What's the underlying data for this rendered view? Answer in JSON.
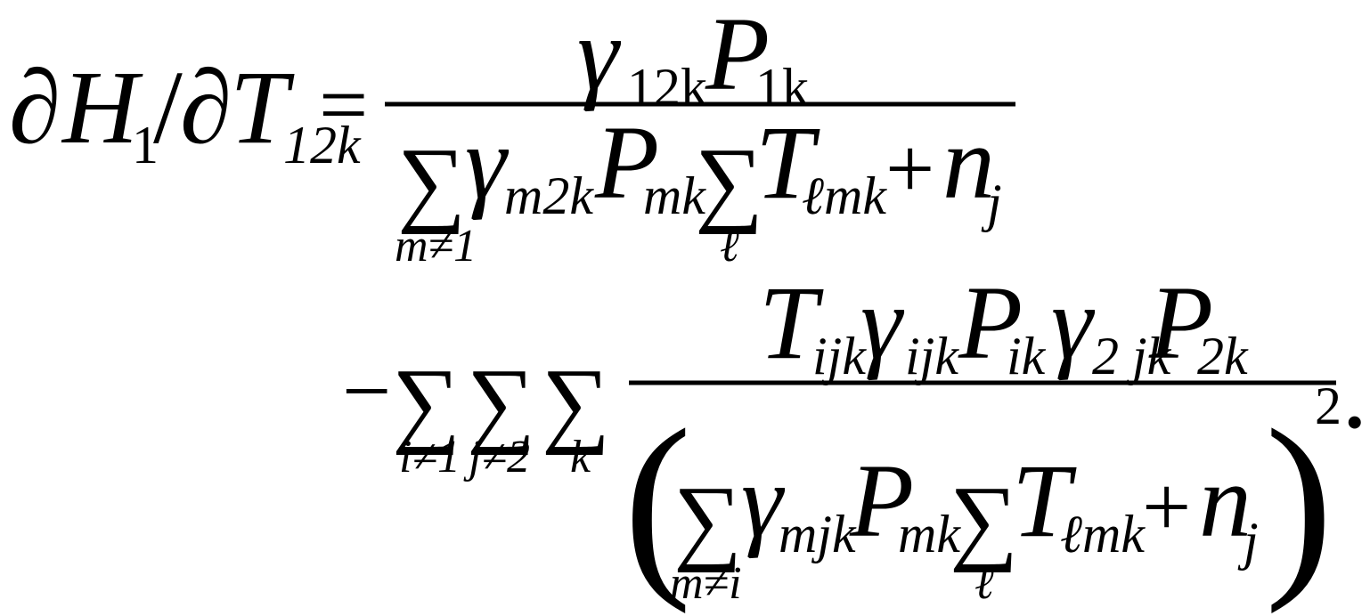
{
  "equation": {
    "lhs": {
      "partial1": "∂",
      "H": "H",
      "H_sub": "1",
      "slash": "/",
      "partial2": "∂",
      "T": "T",
      "T_sub": "12k",
      "equals": "="
    },
    "frac1": {
      "num": {
        "gamma": "γ",
        "gamma_sub": "12k",
        "P": "P",
        "P_sub": "1k"
      },
      "den": {
        "sum1": "∑",
        "sum1_lim": "m≠1",
        "gamma": "γ",
        "gamma_sub": "m2k",
        "P": "P",
        "P_sub": "mk",
        "sum2": "∑",
        "sum2_lim": "ℓ",
        "T": "T",
        "T_sub": "ℓmk",
        "plus": "+",
        "n": "n",
        "n_sub": "j"
      }
    },
    "term2": {
      "minus": "−",
      "sum_i": "∑",
      "sum_i_lim": "i≠1",
      "sum_j": "∑",
      "sum_j_lim": "j≠2",
      "sum_k": "∑",
      "sum_k_lim": "k",
      "num": {
        "T": "T",
        "T_sub": "ijk",
        "gamma1": "γ",
        "gamma1_sub": "ijk",
        "P1": "P",
        "P1_sub": "ik",
        "gamma2": "γ",
        "gamma2_sub": "2 jk",
        "P2": "P",
        "P2_sub": "2k"
      },
      "den": {
        "lparen": "(",
        "sum1": "∑",
        "sum1_lim": "m≠i",
        "gamma": "γ",
        "gamma_sub": "mjk",
        "P": "P",
        "P_sub": "mk",
        "sum2": "∑",
        "sum2_lim": "ℓ",
        "T": "T",
        "T_sub": "ℓmk",
        "plus": "+",
        "n": "n",
        "n_sub": "j",
        "rparen": ")",
        "exponent": "2"
      },
      "period": "."
    }
  }
}
